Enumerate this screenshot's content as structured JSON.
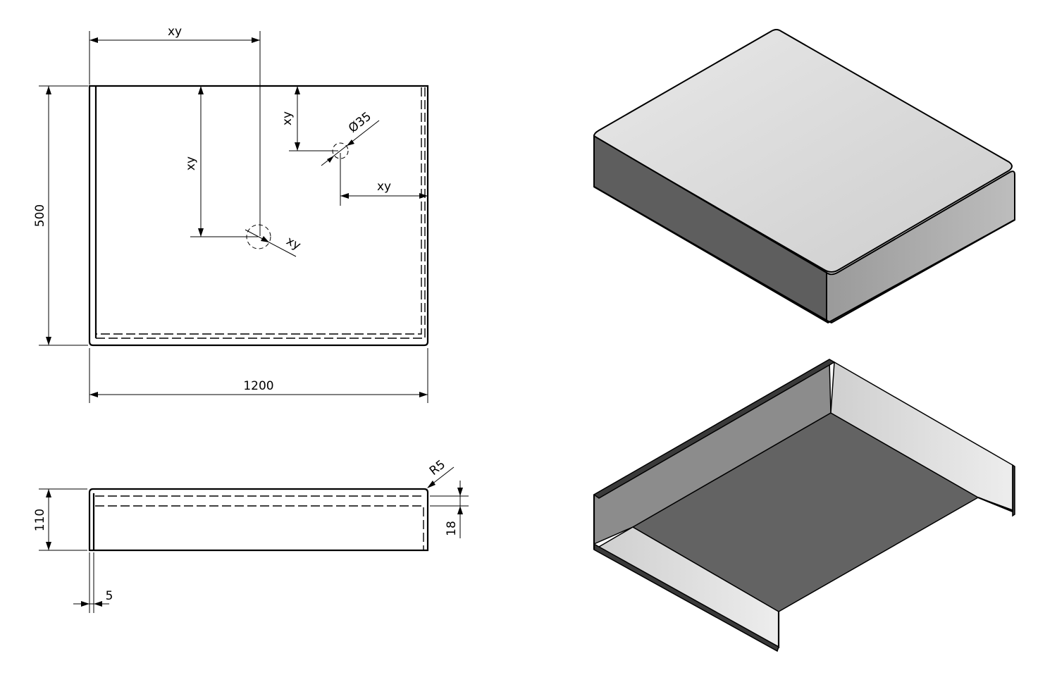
{
  "top_view": {
    "overall_width": "1200",
    "overall_depth": "500",
    "hole_a_from_left": "xy",
    "hole_a_from_top": "xy",
    "hole_a_diameter": "xy",
    "hole_b_from_top": "xy",
    "hole_b_from_right": "xy",
    "hole_b_diameter": "Ø35"
  },
  "side_view": {
    "height": "110",
    "thickness": "5",
    "bend_radius": "R5",
    "inner_offset": "18"
  },
  "colors": {
    "line": "#000000",
    "top_face_light": "#e6e6e6",
    "top_face_dark": "#cfcfcf",
    "side_face_dark": "#5c5c5c",
    "inner_floor": "#636363",
    "inner_wall_mid": "#8c8c8c",
    "inner_wall_light": "#e2e2e2"
  }
}
